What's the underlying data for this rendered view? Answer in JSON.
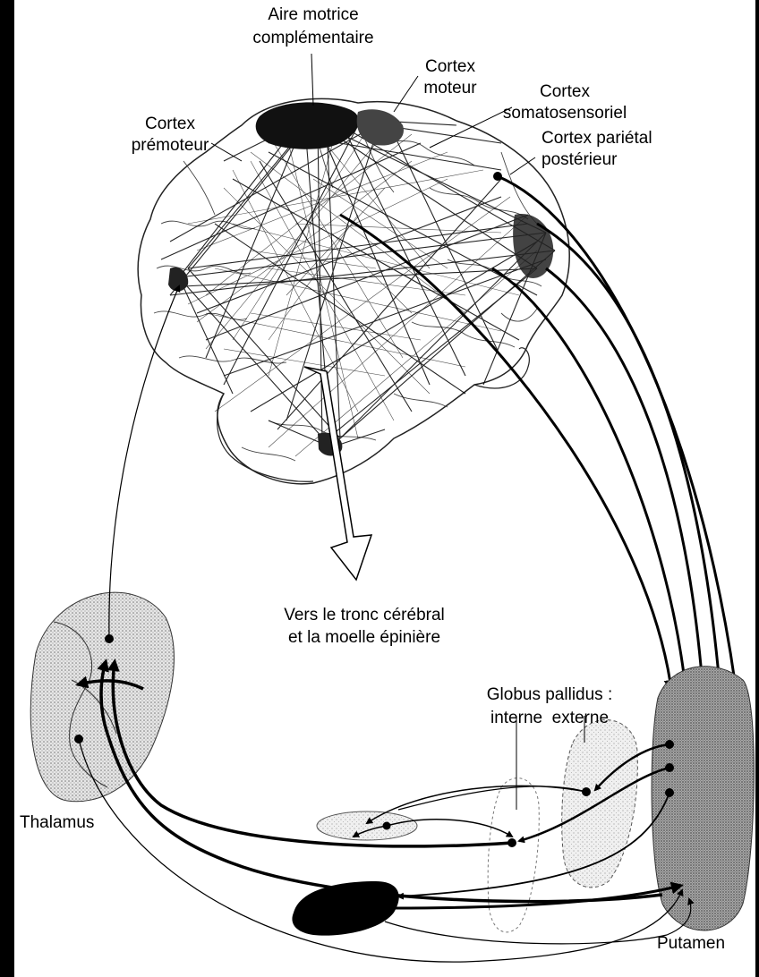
{
  "labels": {
    "sma_line1": "Aire motrice",
    "sma_line2": "complémentaire",
    "motor_line1": "Cortex",
    "motor_line2": "moteur",
    "somato_line1": "Cortex",
    "somato_line2": "somatosensoriel",
    "parietal_line1": "Cortex pariétal",
    "parietal_line2": "postérieur",
    "premotor_line1": "Cortex",
    "premotor_line2": "prémoteur",
    "descending_line1": "Vers le tronc cérébral",
    "descending_line2": "et la moelle épinière",
    "gp_line1": "Globus pallidus :",
    "gp_line2": "interne  externe",
    "thalamus": "Thalamus",
    "putamen": "Putamen"
  },
  "colors": {
    "background_border": "#000000",
    "canvas": "#ffffff",
    "ink": "#000000",
    "structure_fill": "#c8c8c8",
    "putamen_fill": "#9a9a9a",
    "pallidus_fill": "#d9d9d9"
  }
}
